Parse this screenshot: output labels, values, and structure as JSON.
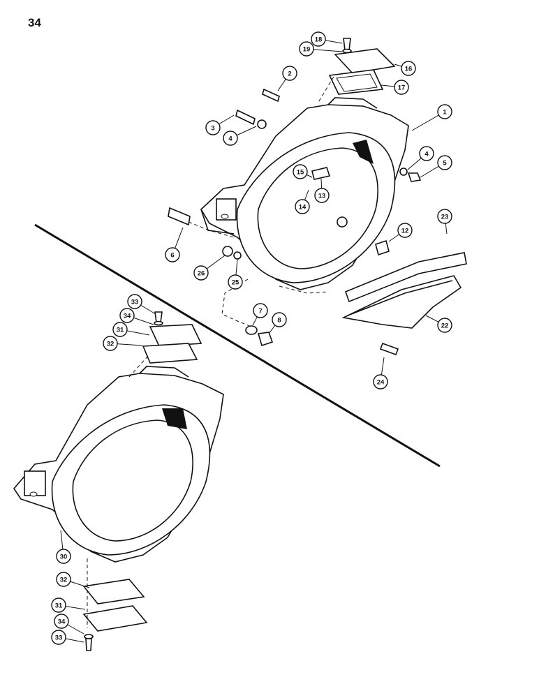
{
  "page_number": "34",
  "callouts": [
    {
      "label": "1"
    },
    {
      "label": "2"
    },
    {
      "label": "3"
    },
    {
      "label": "4"
    },
    {
      "label": "4"
    },
    {
      "label": "5"
    },
    {
      "label": "6"
    },
    {
      "label": "7"
    },
    {
      "label": "8"
    },
    {
      "label": "12"
    },
    {
      "label": "13"
    },
    {
      "label": "14"
    },
    {
      "label": "15"
    },
    {
      "label": "16"
    },
    {
      "label": "17"
    },
    {
      "label": "18"
    },
    {
      "label": "19"
    },
    {
      "label": "22"
    },
    {
      "label": "23"
    },
    {
      "label": "24"
    },
    {
      "label": "25"
    },
    {
      "label": "26"
    },
    {
      "label": "30"
    },
    {
      "label": "31"
    },
    {
      "label": "31"
    },
    {
      "label": "32"
    },
    {
      "label": "32"
    },
    {
      "label": "33"
    },
    {
      "label": "33"
    },
    {
      "label": "34"
    },
    {
      "label": "34"
    }
  ]
}
